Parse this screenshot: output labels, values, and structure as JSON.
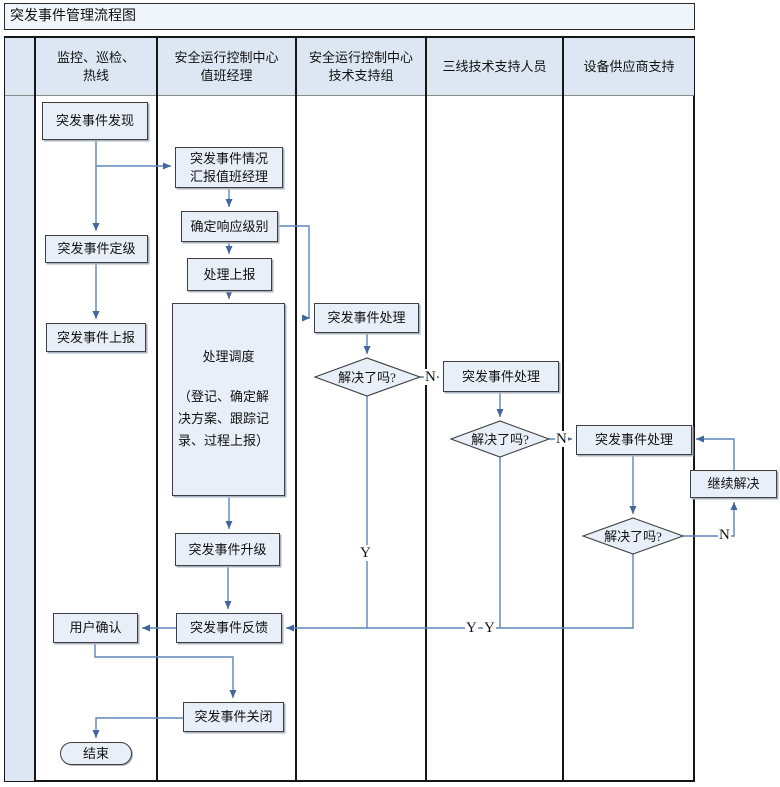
{
  "title": "突发事件管理流程图",
  "lanes": [
    {
      "line1": "监控、巡检、",
      "line2": "热线"
    },
    {
      "line1": "安全运行控制中心",
      "line2": "值班经理"
    },
    {
      "line1": "安全运行控制中心",
      "line2": "技术支持组"
    },
    {
      "line1": "三线技术支持人员",
      "line2": ""
    },
    {
      "line1": "设备供应商支持",
      "line2": ""
    }
  ],
  "nodes": {
    "discover": "突发事件发现",
    "grade": "突发事件定级",
    "report": "突发事件上报",
    "report_manager": {
      "line1": "突发事件情况",
      "line2": "汇报值班经理"
    },
    "level": "确定响应级别",
    "handle_report": "处理上报",
    "dispatch_title": "处理调度",
    "dispatch_detail": "（登记、确定解决方案、跟踪记录、过程上报）",
    "upgrade": "突发事件升级",
    "feedback": "突发事件反馈",
    "user_confirm": "用户确认",
    "close": "突发事件关闭",
    "end": "结束",
    "handle3": "突发事件处理",
    "handle4": "突发事件处理",
    "handle5": "突发事件处理",
    "decision3": "解决了吗?",
    "decision4": "解决了吗?",
    "decision5": "解决了吗?",
    "continue": "继续解决"
  },
  "edge_labels": {
    "decision3_n": "N",
    "decision4_n": "N",
    "decision5_n": "N",
    "decision3_y": "Y",
    "decision4_y": "Y",
    "decision5_y": "Y"
  },
  "colors": {
    "wire": "#5b86b8",
    "wire_dark": "#41659c",
    "node_fill": "#e9eff8",
    "lane_fill": "#dde7f3",
    "title_fill": "#f0f5fb",
    "border_dark": "#161616"
  }
}
